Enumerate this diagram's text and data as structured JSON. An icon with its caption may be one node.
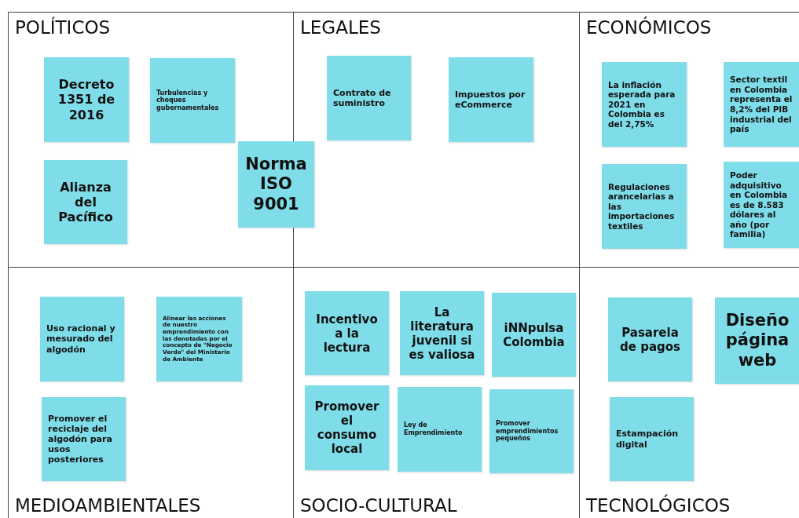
{
  "diagram": {
    "nodes": [
      {
        "text": [
          "POLÍTICOS"
        ]
      },
      {
        "text": [
          "Decreto 1351 de 2016"
        ],
        "in": 0
      },
      {
        "text": [
          "Turbulencias y choques gubernamentales"
        ],
        "in": 0
      },
      {
        "text": [
          "Alianza del Pacífico"
        ],
        "in": 0
      },
      {
        "text": [
          "Norma ISO 9001"
        ]
      },
      {
        "text": [
          "LEGALES"
        ]
      },
      {
        "text": [
          "Contrato de suministro"
        ],
        "in": 5
      },
      {
        "text": [
          "Impuestos por eCommerce"
        ],
        "in": 5
      },
      {
        "text": [
          "ECONÓMICOS"
        ]
      },
      {
        "text": [
          "La inflación esperada para 2021 en Colombia es del 2,75%"
        ],
        "in": 8
      },
      {
        "text": [
          "Sector textil en Colombia representa el 8,2% del PIB industrial del país"
        ],
        "in": 8
      },
      {
        "text": [
          "Regulaciones arancelarias a las importaciones textiles"
        ],
        "in": 8
      },
      {
        "text": [
          "Poder adquisitivo en Colombia es de 8.583 dólares al año (por familia)"
        ],
        "in": 8
      },
      {
        "text": [
          "MEDIOAMBIENTALES"
        ]
      },
      {
        "text": [
          "Uso racional y mesurado del algodón"
        ],
        "in": 13
      },
      {
        "text": [
          "Alinear las acciones de nuestro emprendimiento con las denotadas por el concepto de \"Negocio Verde\" del Ministerio de Ambiente"
        ],
        "in": 13
      },
      {
        "text": [
          "Promover el reciclaje del algodón para usos posteriores"
        ],
        "in": 13
      },
      {
        "text": [
          "SOCIO-CULTURAL"
        ]
      },
      {
        "text": [
          "Incentivo a la lectura"
        ],
        "in": 17
      },
      {
        "text": [
          "La literatura juvenil si es valiosa"
        ],
        "in": 17
      },
      {
        "text": [
          "iNNpulsa Colombia"
        ],
        "in": 17
      },
      {
        "text": [
          "Promover el consumo local"
        ],
        "in": 17
      },
      {
        "text": [
          "Ley de Emprendimiento"
        ],
        "in": 17
      },
      {
        "text": [
          "Promover emprendimientos pequeños"
        ],
        "in": 17
      },
      {
        "text": [
          "TECNOLÓGICOS"
        ]
      },
      {
        "text": [
          "Pasarela de pagos"
        ],
        "in": 24
      },
      {
        "text": [
          "Diseño página web"
        ],
        "in": 24
      },
      {
        "text": [
          "Estampación digital"
        ],
        "in": 24
      }
    ]
  }
}
